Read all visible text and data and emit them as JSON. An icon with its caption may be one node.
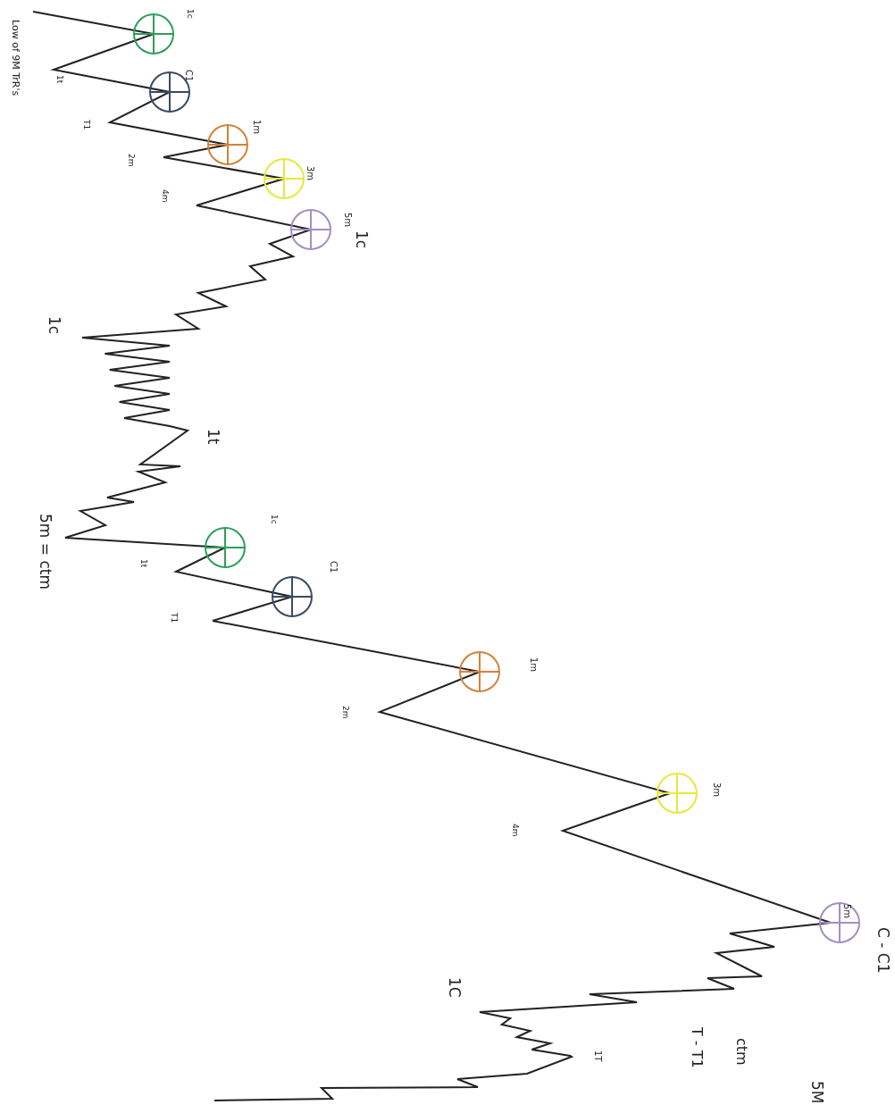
{
  "diagram": {
    "labels": [
      "Low of 9M TrR's",
      "1c",
      "1t",
      "C1",
      "T1",
      "1m",
      "2m",
      "3m",
      "4m",
      "5m",
      "1c",
      "1c",
      "1t",
      "5m = ctm",
      "1c",
      "1t",
      "C1",
      "T1",
      "1m",
      "2m",
      "3m",
      "4m",
      "5m",
      "C - C1",
      "1C",
      "1T",
      "ctm",
      "T - T1",
      "5M"
    ]
  }
}
